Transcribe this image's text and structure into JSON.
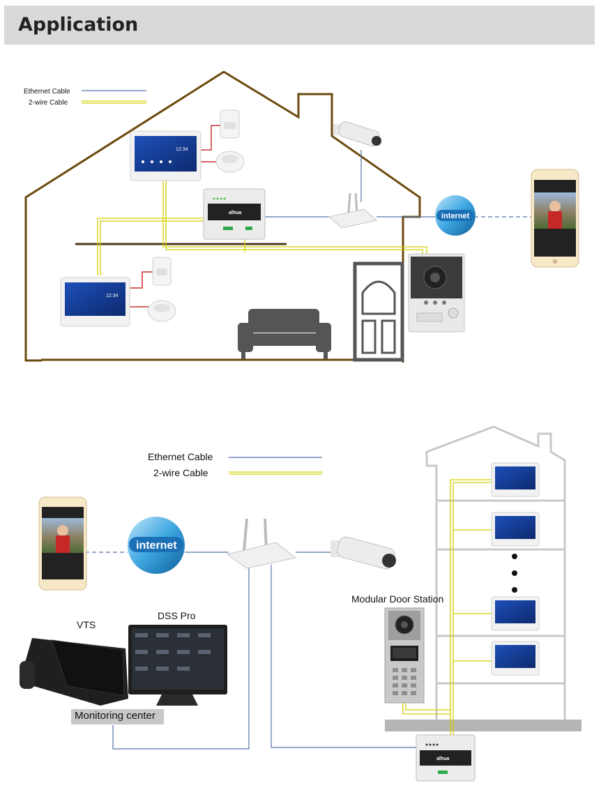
{
  "header": {
    "title": "Application"
  },
  "top_diagram": {
    "legend": {
      "ethernet": "Ethernet Cable",
      "two_wire": "2-wire Cable"
    },
    "internet": "internet",
    "colors": {
      "ethernet": "#5573a8",
      "two_wire": "#d4d000",
      "house": "#6b4a0e",
      "alarm_wire": "#c8322f"
    }
  },
  "bottom_diagram": {
    "legend": {
      "ethernet": "Ethernet Cable",
      "two_wire": "2-wire Cable"
    },
    "internet": "internet",
    "labels": {
      "vts": "VTS",
      "dss_pro": "DSS Pro",
      "modular_door_station": "Modular Door Station",
      "monitoring_center": "Monitoring center"
    }
  },
  "device": {
    "clock": "12:34",
    "brand": "alhua"
  }
}
